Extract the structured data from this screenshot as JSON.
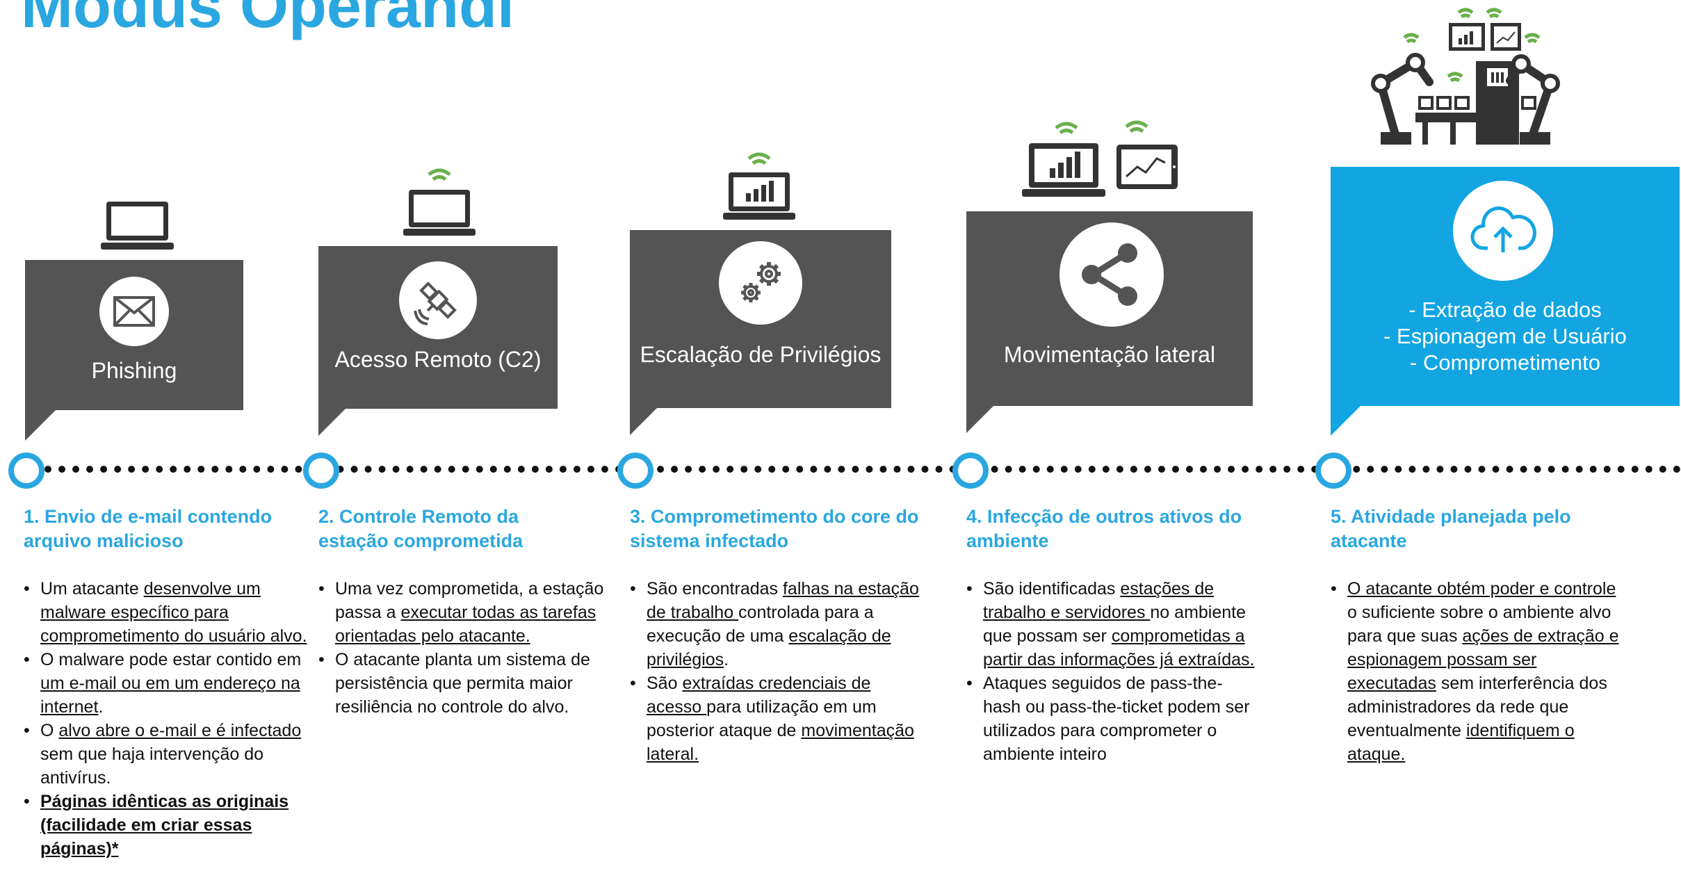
{
  "title": "Modus Operandi",
  "stages": [
    {
      "box_label": "Phishing",
      "heading": "1. Envio de e-mail contendo arquivo malicioso",
      "bullets": [
        [
          {
            "t": "Um atacante "
          },
          {
            "t": "desenvolve um malware específico para comprometimento do usuário alvo.",
            "u": true
          }
        ],
        [
          {
            "t": "O malware pode estar contido em "
          },
          {
            "t": "um e-mail ou em um endereço na internet",
            "u": true
          },
          {
            "t": "."
          }
        ],
        [
          {
            "t": "O "
          },
          {
            "t": "alvo abre o e-mail e é infectado",
            "u": true
          },
          {
            "t": " sem que haja intervenção do antivírus."
          }
        ],
        [
          {
            "t": "Páginas idênticas as originais (facilidade em criar essas páginas)*",
            "u": true,
            "b": true
          }
        ]
      ]
    },
    {
      "box_label": "Acesso Remoto (C2)",
      "heading": "2. Controle Remoto da estação comprometida",
      "bullets": [
        [
          {
            "t": "Uma vez comprometida, a estação passa a "
          },
          {
            "t": "executar todas as tarefas orientadas pelo atacante.",
            "u": true
          }
        ],
        [
          {
            "t": "O atacante planta um sistema de persistência que permita maior resiliência no controle do alvo."
          }
        ]
      ]
    },
    {
      "box_label": "Escalação de Privilégios",
      "heading": "3. Comprometimento do core do sistema infectado",
      "bullets": [
        [
          {
            "t": "São encontradas "
          },
          {
            "t": "falhas na estação de trabalho ",
            "u": true
          },
          {
            "t": "controlada para a execução de uma "
          },
          {
            "t": "escalação de privilégios",
            "u": true
          },
          {
            "t": "."
          }
        ],
        [
          {
            "t": "São "
          },
          {
            "t": "extraídas credenciais de acesso ",
            "u": true
          },
          {
            "t": "para utilização em um posterior ataque de "
          },
          {
            "t": "movimentação lateral.",
            "u": true
          }
        ]
      ]
    },
    {
      "box_label": "Movimentação lateral",
      "heading": "4. Infecção de outros ativos do ambiente",
      "bullets": [
        [
          {
            "t": "São identificadas "
          },
          {
            "t": "estações de trabalho e servidores ",
            "u": true
          },
          {
            "t": "no ambiente que possam ser "
          },
          {
            "t": "comprometidas a partir das informações já extraídas.",
            "u": true
          }
        ],
        [
          {
            "t": "Ataques seguidos de pass-the-hash ou pass-the-ticket podem ser utilizados para comprometer o ambiente inteiro"
          }
        ]
      ]
    },
    {
      "box_lines": [
        "- Extração de dados",
        "- Espionagem de Usuário",
        "- Comprometimento"
      ],
      "heading": "5. Atividade planejada pelo atacante",
      "bullets": [
        [
          {
            "t": "O atacante obtém poder e controle",
            "u": true
          },
          {
            "t": " o suficiente sobre o ambiente alvo para que suas "
          },
          {
            "t": "ações de extração e espionagem possam ser executadas",
            "u": true
          },
          {
            "t": " sem interferência dos administradores da rede que eventualmente "
          },
          {
            "t": "identifiquem o ataque.",
            "u": true
          }
        ]
      ]
    }
  ],
  "icons": {
    "stage1": "envelope-icon",
    "stage2": "satellite-icon",
    "stage3": "gears-icon",
    "stage4": "share-icon",
    "stage5": "cloud-upload-icon",
    "devices": [
      "laptop-icon",
      "laptop-wifi-icon",
      "laptop-chart-wifi-icon",
      "laptop-tablet-wifi-icon",
      "robot-factory-icon"
    ]
  },
  "colors": {
    "accent": "#2aa7e0",
    "box_gray": "#545454",
    "box_blue": "#12a5e2",
    "text": "#111111"
  }
}
